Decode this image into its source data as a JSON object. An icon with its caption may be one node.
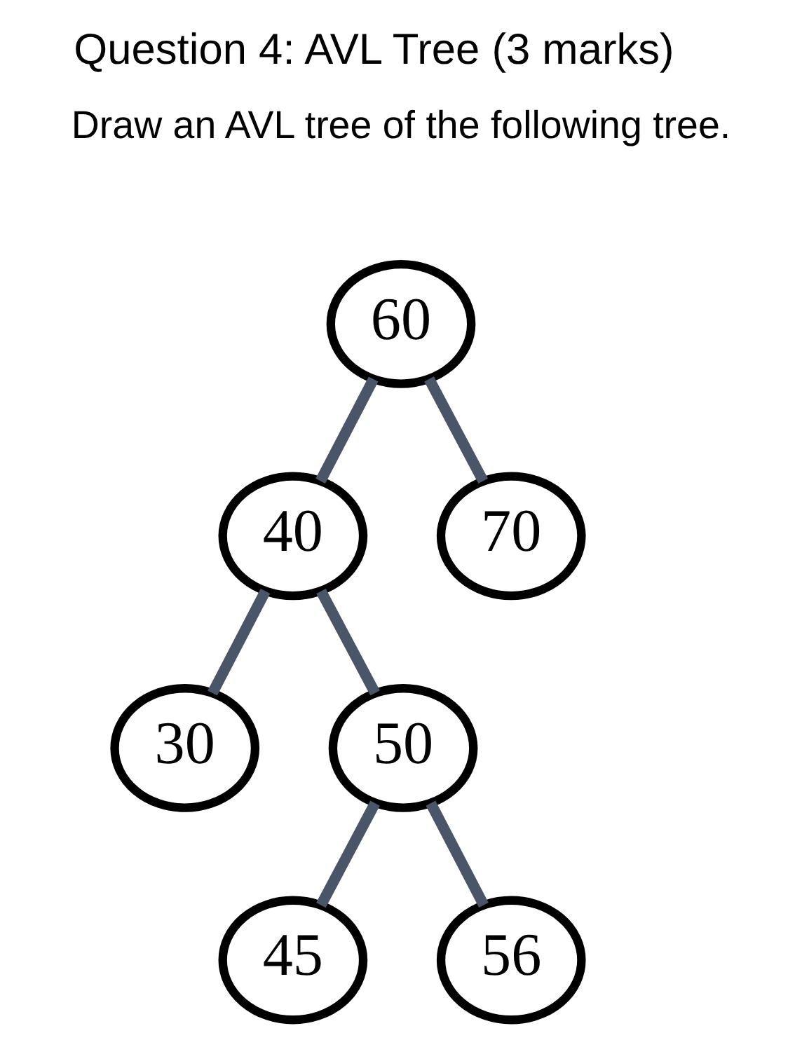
{
  "diagram": {
    "title": "Question 4: AVL Tree (3 marks)",
    "nodes": [
      {
        "text": [
          "60"
        ]
      },
      {
        "text": [
          "40"
        ]
      },
      {
        "text": [
          "70"
        ]
      },
      {
        "text": [
          "30"
        ]
      },
      {
        "text": [
          "50"
        ]
      },
      {
        "text": [
          "45"
        ]
      },
      {
        "text": [
          "56"
        ]
      }
    ],
    "edges": [
      {
        "from": 0,
        "to": 1,
        "arrow": "none"
      },
      {
        "from": 0,
        "to": 2,
        "arrow": "none"
      },
      {
        "from": 1,
        "to": 3,
        "arrow": "none"
      },
      {
        "from": 1,
        "to": 4,
        "arrow": "none"
      },
      {
        "from": 4,
        "to": 5,
        "arrow": "none"
      },
      {
        "from": 4,
        "to": 6,
        "arrow": "none"
      }
    ],
    "labels": [
      "Draw an AVL tree of the following tree."
    ]
  }
}
